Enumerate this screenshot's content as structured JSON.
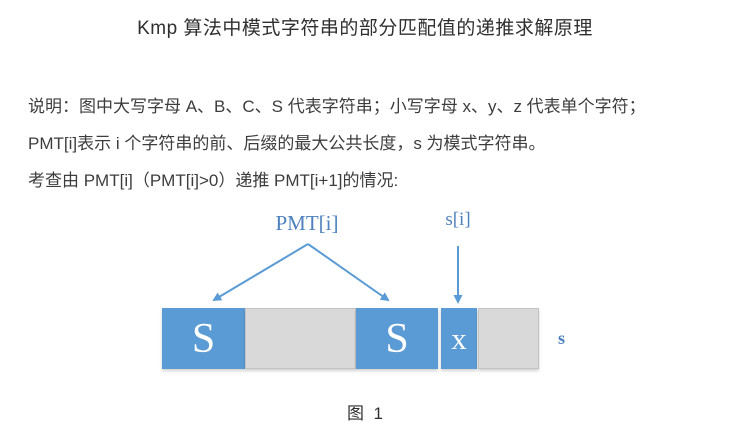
{
  "page": {
    "title": "Kmp 算法中模式字符串的部分匹配值的递推求解原理",
    "caption": "图  1"
  },
  "description": {
    "lines": [
      "说明：图中大写字母 A、B、C、S 代表字符串；小写字母 x、y、z 代表单个字符；",
      "PMT[i]表示 i 个字符串的前、后缀的最大公共长度，s 为模式字符串。",
      "考查由 PMT[i]（PMT[i]>0）递推 PMT[i+1]的情况:"
    ]
  },
  "diagram": {
    "pmt_label": "PMT[i]",
    "si_label": "s[i]",
    "string_label": "s",
    "segments": [
      {
        "text": "S",
        "type": "blue",
        "meaning": "prefix-match-substring"
      },
      {
        "text": "",
        "type": "gray",
        "meaning": "middle-unmatched-region"
      },
      {
        "text": "S",
        "type": "blue",
        "meaning": "suffix-match-substring"
      },
      {
        "text": "x",
        "type": "blue",
        "meaning": "next-single-character"
      },
      {
        "text": "",
        "type": "gray",
        "meaning": "tail-region"
      }
    ],
    "colors": {
      "block_blue": "#5b9bd5",
      "block_gray": "#d9d9d9",
      "label_blue": "#4e81bd",
      "arrow_blue": "#5b9bd5"
    }
  }
}
